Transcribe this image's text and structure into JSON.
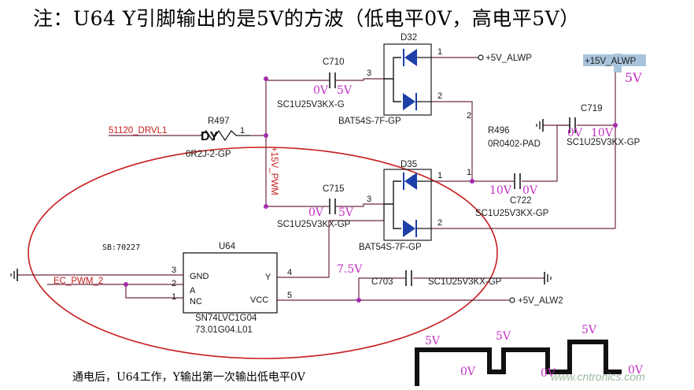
{
  "title": "注：U64 Y引脚输出的是5V的方波（低电平0V，高电平5V）",
  "footnote": "通电后，U64工作，Y输出第一次输出低电平0V",
  "watermark": "www.cntronics.com",
  "colors": {
    "wire": "#6d2a45",
    "voltage_annotation": "#c430c4",
    "net_label": "#c41c1c",
    "highlight": "#a8c4dc",
    "diode": "#1d3fa8",
    "ellipse": "#c81e1e"
  },
  "components": {
    "d32": {
      "ref": "D32",
      "part": "BAT54S-7F-GP",
      "pins": [
        "1",
        "2",
        "3"
      ]
    },
    "d35": {
      "ref": "D35",
      "part": "BAT54S-7F-GP",
      "pins": [
        "1",
        "2",
        "3"
      ]
    },
    "c710": {
      "ref": "C710",
      "part": "SC1U25V3KX-G"
    },
    "c715": {
      "ref": "C715",
      "part": "SC1U25V3KX-GP"
    },
    "c719": {
      "ref": "C719",
      "part": "SC1U25V3KX-GP"
    },
    "c722": {
      "ref": "C722",
      "part": "SC1U25V3KX-GP"
    },
    "c703": {
      "ref": "C703",
      "part": "SC1U25V3KX-GP"
    },
    "r497": {
      "ref": "R497",
      "part": "0R2J-2-GP",
      "dy": "DY",
      "pin": "1"
    },
    "r496": {
      "ref": "R496",
      "part": "0R0402-PAD"
    },
    "u64": {
      "ref": "U64",
      "part": "SN74LVC1G04",
      "code": "73.01G04.L01",
      "sb": "SB:70227",
      "pins_left": [
        {
          "num": "3",
          "name": "GND"
        },
        {
          "num": "2",
          "name": "A"
        },
        {
          "num": "1",
          "name": "NC"
        }
      ],
      "pins_right": [
        {
          "num": "4",
          "name": "Y"
        },
        {
          "num": "5",
          "name": "VCC"
        }
      ]
    }
  },
  "nets": {
    "alwp": "+5V_ALWP",
    "alw2": "+5V_ALW2",
    "alwp15": "+15V_ALWP",
    "pwm15": "+15V_PWM",
    "drvl": "51120_DRVL1",
    "ecpwm": "EC_PWM_2"
  },
  "pin_labels": {
    "d32_p3": "3",
    "d32_p1": "1",
    "d32_p2": "2",
    "d35_p3": "3",
    "d35_p1": "1",
    "d35_p2": "2",
    "u64_p4": "4",
    "u64_p5": "5",
    "r496_p1": "1",
    "r496_p2": "2"
  },
  "voltages": {
    "c710_left": "0V",
    "c710_right": "5V",
    "c715_left": "0V",
    "c715_right": "5V",
    "c722_left": "10V",
    "c722_right": "0V",
    "c719_left": "0V",
    "c719_right": "10V",
    "alwp15": "5V",
    "node": "7.5V"
  },
  "waveform": {
    "levels": [
      "5V",
      "0V",
      "5V",
      "0V",
      "5V",
      "0V"
    ]
  },
  "icons": [
    "ground-icon",
    "diode-icon",
    "capacitor-icon",
    "resistor-icon",
    "logic-inverter-icon"
  ]
}
